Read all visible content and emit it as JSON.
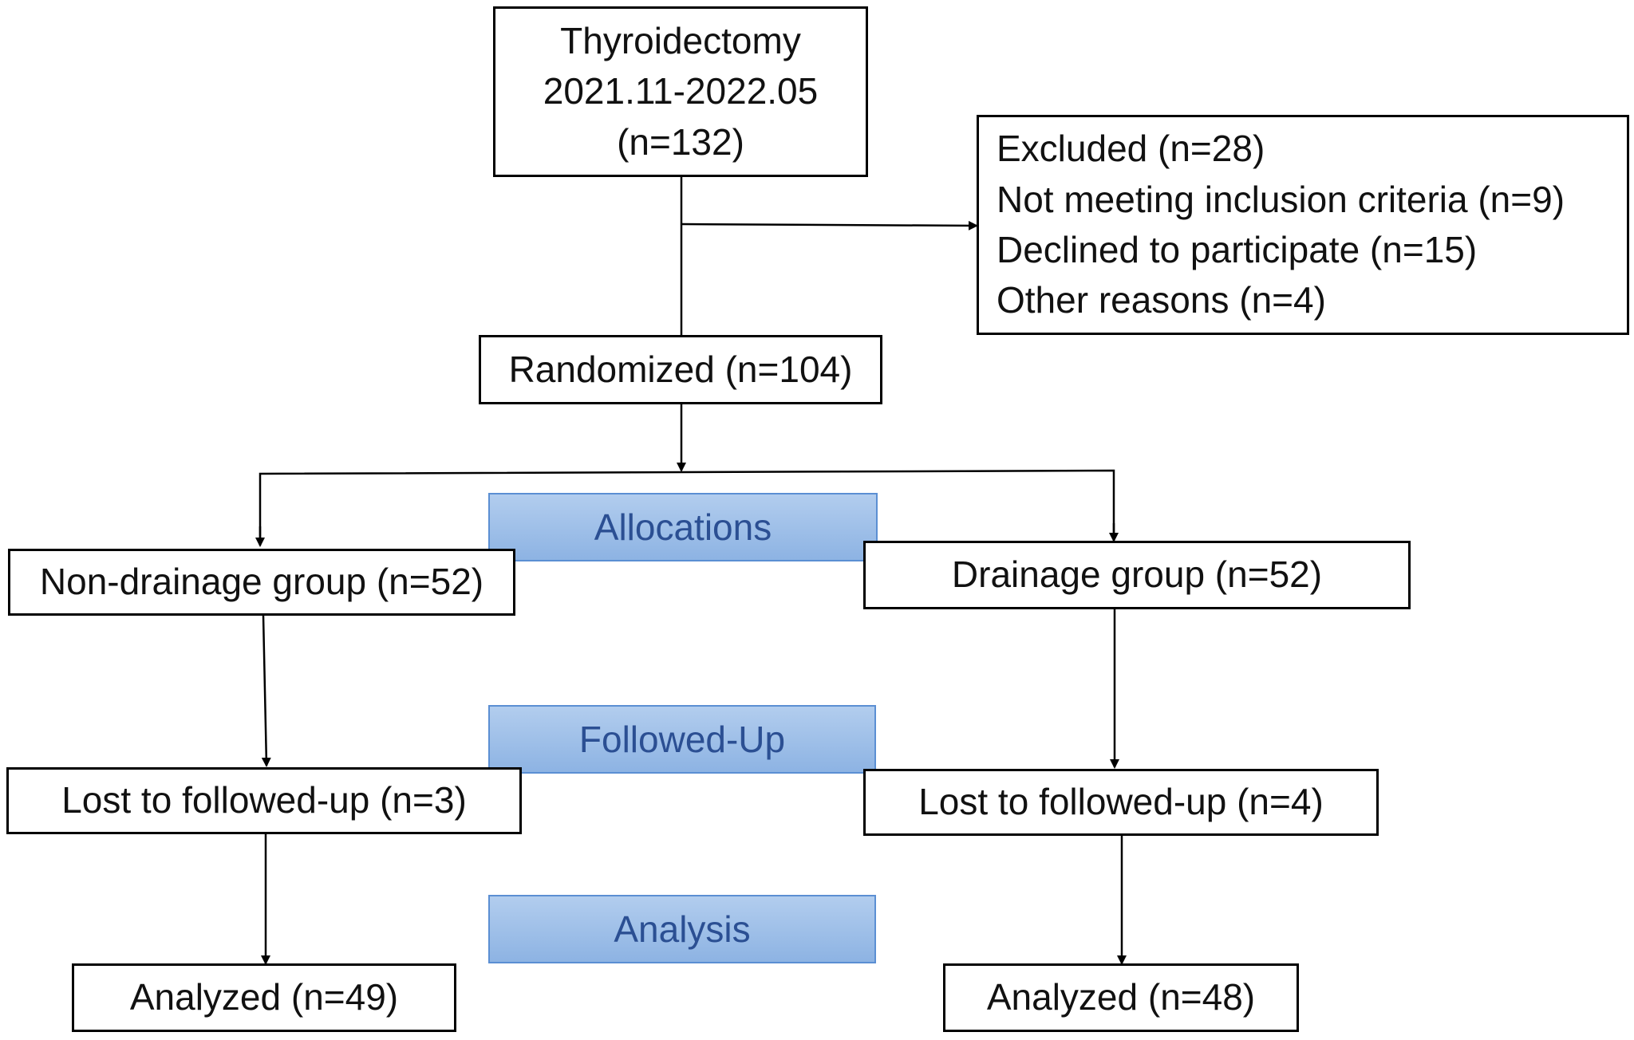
{
  "enrollment": {
    "line1": "Thyroidectomy",
    "line2": "2021.11-2022.05",
    "line3": "(n=132)"
  },
  "excluded": {
    "title": "Excluded (n=28)",
    "reasons": [
      "Not meeting inclusion criteria (n=9)",
      "Declined to participate (n=15)",
      "Other reasons (n=4)"
    ]
  },
  "randomized": "Randomized (n=104)",
  "stages": {
    "allocation": "Allocations",
    "follow_up": "Followed-Up",
    "analysis": "Analysis"
  },
  "groups": {
    "non_drainage": {
      "allocated": "Non-drainage group (n=52)",
      "lost": "Lost to followed-up (n=3)",
      "analyzed": "Analyzed (n=49)"
    },
    "drainage": {
      "allocated": "Drainage group (n=52)",
      "lost": "Lost to followed-up (n=4)",
      "analyzed": "Analyzed (n=48)"
    }
  },
  "colors": {
    "line": "#000000",
    "stage_fill_top": "#b2cdee",
    "stage_fill_bottom": "#8db3e3",
    "stage_text": "#2b4f93",
    "stage_border": "#5b8fd3"
  }
}
